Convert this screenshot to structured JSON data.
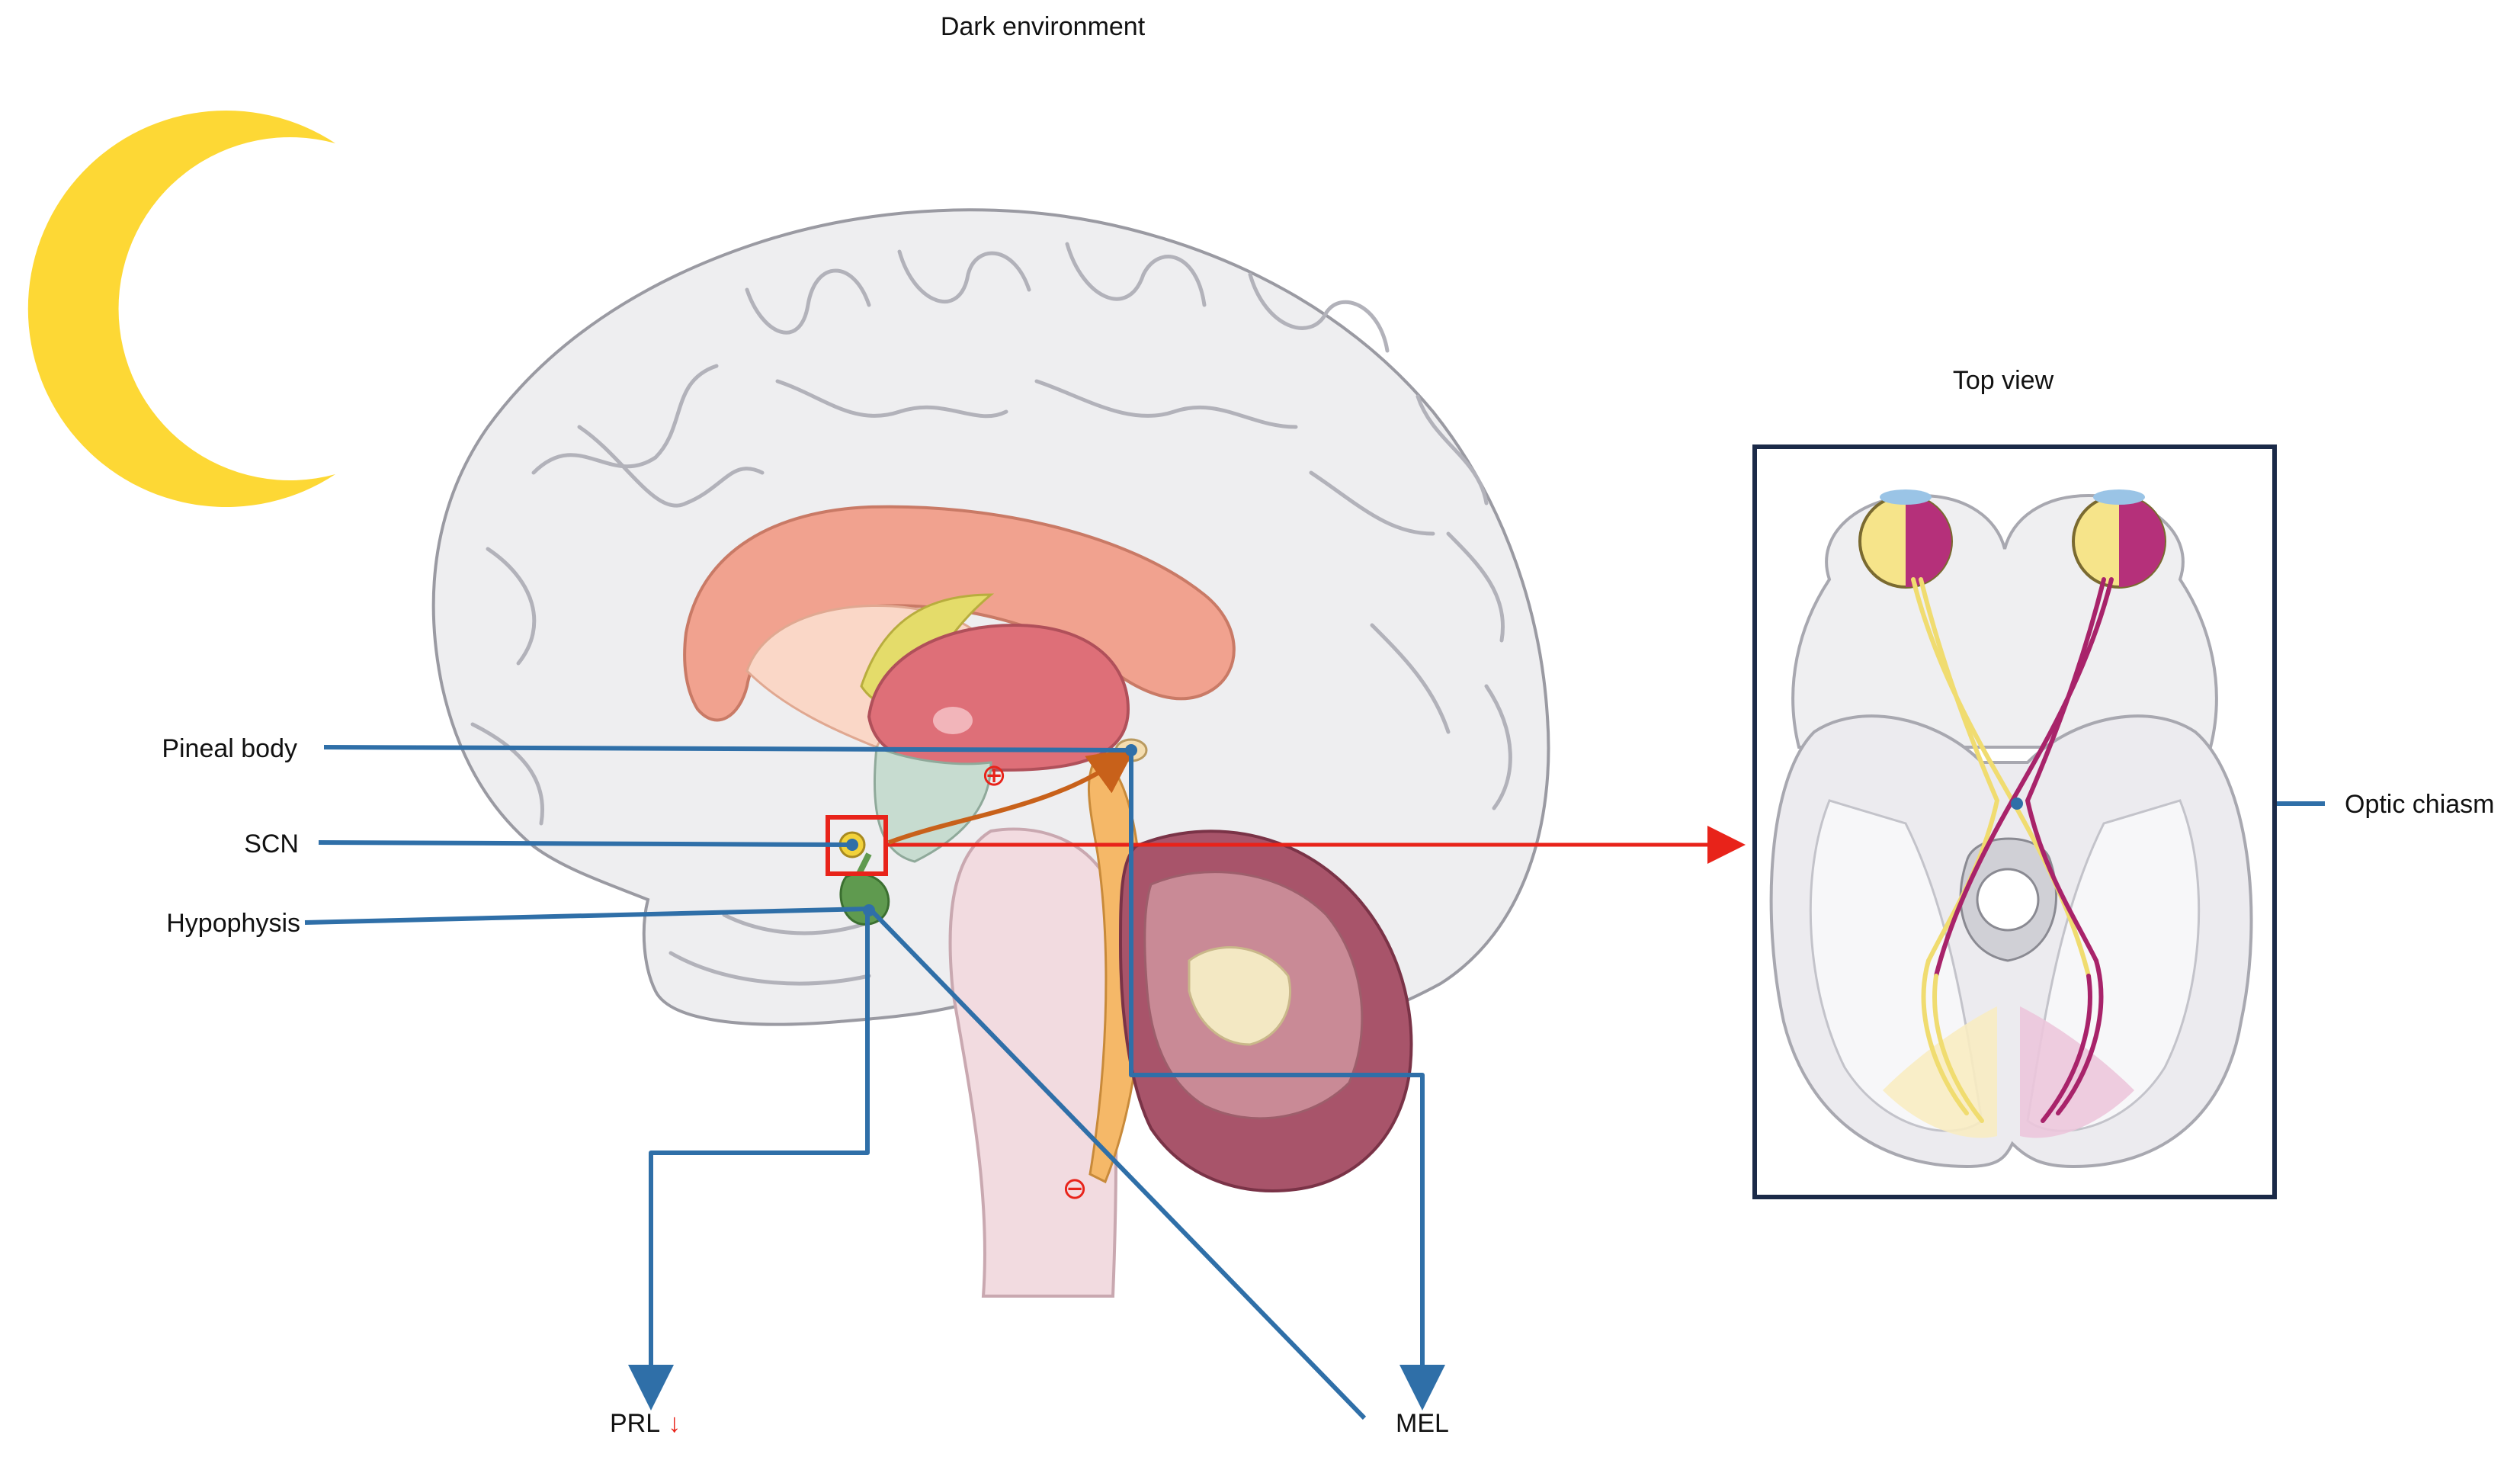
{
  "title": "Dark environment",
  "inset": {
    "title": "Top view",
    "label": "Optic chiasm"
  },
  "labels": {
    "pineal": "Pineal body",
    "scn": "SCN",
    "hypophysis": "Hypophysis",
    "prl": "PRL",
    "prl_arrow": "↓",
    "mel": "MEL",
    "plus_sign": "⊕",
    "minus_sign": "⊖"
  },
  "colors": {
    "moon": "#fdd835",
    "leader_line": "#2f6fa8",
    "red": "#e8231a",
    "orange_pathway": "#c8611a",
    "inset_border": "#1b2a48"
  }
}
